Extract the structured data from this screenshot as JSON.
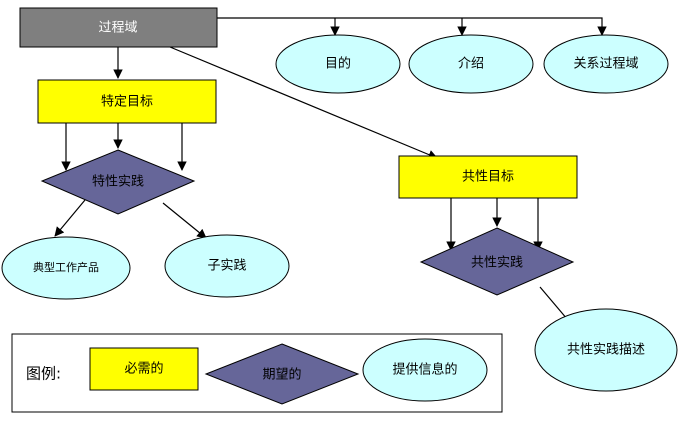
{
  "nodes": {
    "process_area": "过程域",
    "purpose": "目的",
    "introduction": "介绍",
    "related_process_areas": "关系过程域",
    "specific_goals": "特定目标",
    "specific_practices": "特性实践",
    "typical_work_products": "典型工作产品",
    "subpractices": "子实践",
    "generic_goals": "共性目标",
    "generic_practices": "共性实践",
    "generic_practice_elaborations": "共性实践描述"
  },
  "legend": {
    "title": "图例:",
    "required": "必需的",
    "expected": "期望的",
    "informative": "提供信息的"
  },
  "colors": {
    "process_area_fill": "#7f7f7f",
    "goal_fill": "#ffff00",
    "practice_fill": "#666699",
    "info_fill": "#ccffff"
  }
}
